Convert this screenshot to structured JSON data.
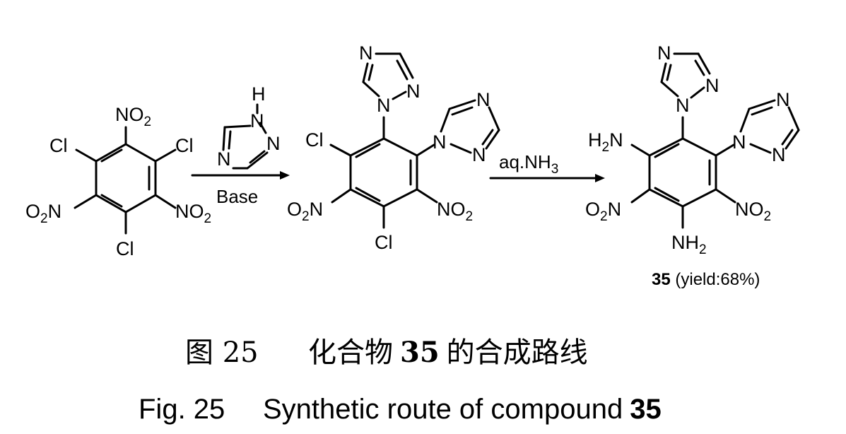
{
  "reactant": {
    "sub_no2_top": "NO",
    "sub_no2_top_sub": "2",
    "sub_cl_left": "Cl",
    "sub_cl_right": "Cl",
    "sub_o2n": "O",
    "sub_o2n_sub": "2",
    "sub_o2n_n": "N",
    "sub_no2_right": "NO",
    "sub_no2_right_sub": "2",
    "sub_cl_bottom": "Cl"
  },
  "reagent": {
    "triazole_h": "H",
    "triazole_n1": "N",
    "triazole_n2": "N",
    "triazole_n3": "N",
    "label": "Base"
  },
  "intermediate": {
    "cl_left": "Cl",
    "cl_bottom": "Cl",
    "o2n_o": "O",
    "o2n_sub": "2",
    "o2n_n": "N",
    "no2_no": "NO",
    "no2_sub": "2",
    "tz1_n_top": "N",
    "tz1_n_right": "N",
    "tz1_n_link": "N",
    "tz2_n_top": "N",
    "tz2_n_bottom": "N",
    "tz2_n_link": "N"
  },
  "step2": {
    "label": "aq.NH",
    "label_sub": "3"
  },
  "product": {
    "h2n_h": "H",
    "h2n_sub": "2",
    "h2n_n": "N",
    "nh2_nh": "NH",
    "nh2_sub": "2",
    "o2n_o": "O",
    "o2n_sub": "2",
    "o2n_n": "N",
    "no2_no": "NO",
    "no2_sub": "2",
    "tz1_n_top": "N",
    "tz1_n_right": "N",
    "tz1_n_link": "N",
    "tz2_n_top": "N",
    "tz2_n_bottom": "N",
    "tz2_n_link": "N",
    "compound_number": "35",
    "yield_text": " (yield:68%)"
  },
  "caption": {
    "cn_prefix": "图 25",
    "cn_title": "化合物",
    "cn_number": "35",
    "cn_suffix": "的合成路线",
    "en_prefix": "Fig. 25",
    "en_title": "Synthetic route of compound",
    "en_number": "35"
  }
}
